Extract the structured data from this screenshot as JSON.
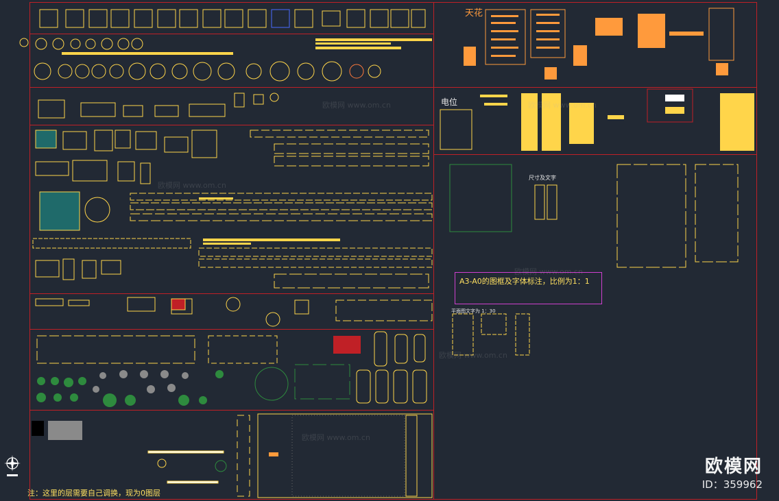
{
  "drawing": {
    "labels": {
      "ceiling": "天花",
      "electrical": "电位",
      "size_text": "尺寸及文字",
      "title_note": "A3-A0的图框及字体标注，比例为1：1",
      "plan_text": "平面图文字为 1：30",
      "layer_note": "注：这里的层需要自己调换，现为0图层"
    },
    "watermarks": [
      "欧模网 www.om.cn",
      "欧模网 www.om.cn",
      "欧模网 www.om.cn",
      "欧模网 www.om.cn",
      "欧模网 www.om.cn",
      "欧模网 www.om.cn"
    ],
    "brand": {
      "name": "欧模网",
      "id": "ID：359962"
    },
    "colors": {
      "background": "#222934",
      "frame": "#c02026",
      "block_yellow": "#ffd54a",
      "block_orange": "#ff9a3c",
      "block_green": "#2e8b3e",
      "note_border": "#d040d0"
    },
    "icons": [
      "ucs-compass-icon"
    ]
  }
}
